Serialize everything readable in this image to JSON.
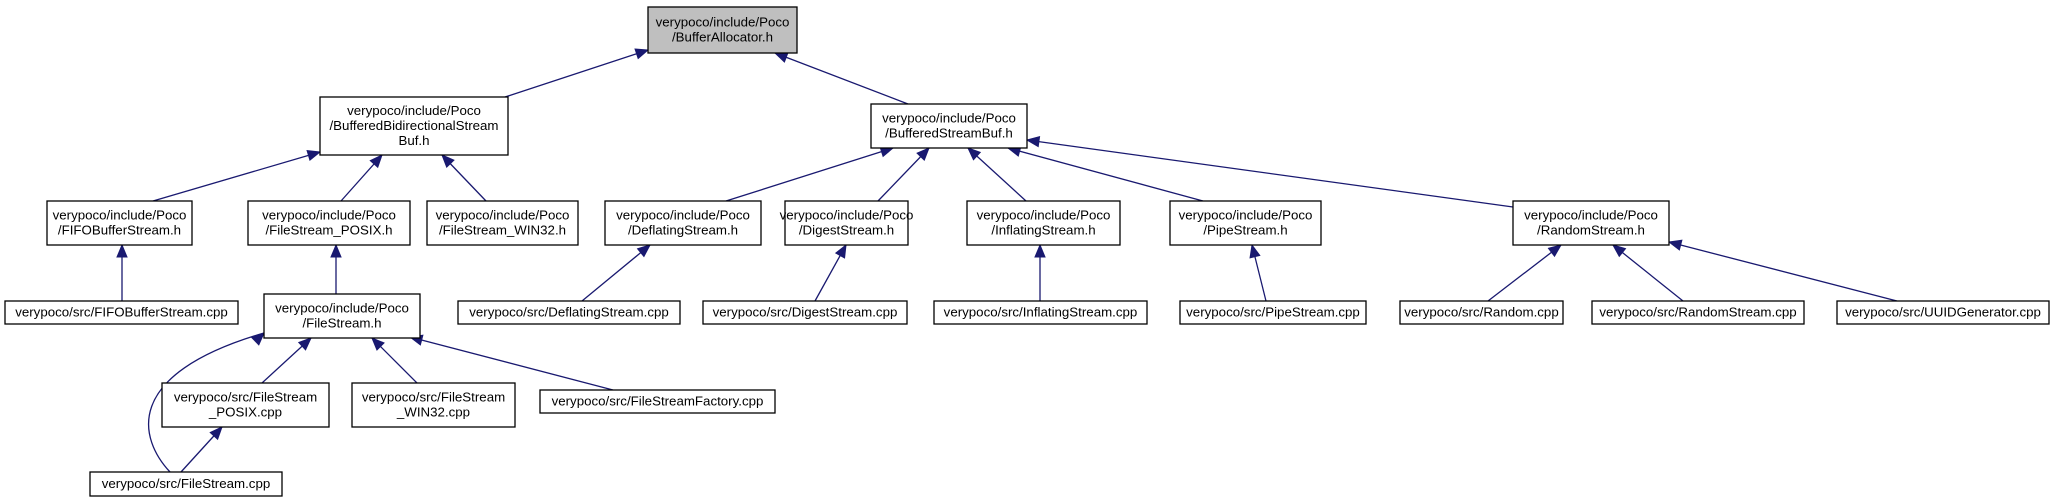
{
  "diagram": {
    "nodes": [
      {
        "id": "root",
        "lines": [
          "verypoco/include/Poco",
          "/BufferAllocator.h"
        ],
        "highlight": true
      },
      {
        "id": "bidi",
        "lines": [
          "verypoco/include/Poco",
          "/BufferedBidirectionalStream",
          "Buf.h"
        ]
      },
      {
        "id": "bsb",
        "lines": [
          "verypoco/include/Poco",
          "/BufferedStreamBuf.h"
        ]
      },
      {
        "id": "fifoh",
        "lines": [
          "verypoco/include/Poco",
          "/FIFOBufferStream.h"
        ]
      },
      {
        "id": "fsposixh",
        "lines": [
          "verypoco/include/Poco",
          "/FileStream_POSIX.h"
        ]
      },
      {
        "id": "fswin32h",
        "lines": [
          "verypoco/include/Poco",
          "/FileStream_WIN32.h"
        ]
      },
      {
        "id": "deflh",
        "lines": [
          "verypoco/include/Poco",
          "/DeflatingStream.h"
        ]
      },
      {
        "id": "digh",
        "lines": [
          "verypoco/include/Poco",
          "/DigestStream.h"
        ]
      },
      {
        "id": "inflh",
        "lines": [
          "verypoco/include/Poco",
          "/InflatingStream.h"
        ]
      },
      {
        "id": "pipeh",
        "lines": [
          "verypoco/include/Poco",
          "/PipeStream.h"
        ]
      },
      {
        "id": "randh",
        "lines": [
          "verypoco/include/Poco",
          "/RandomStream.h"
        ]
      },
      {
        "id": "fifocpp",
        "lines": [
          "verypoco/src/FIFOBufferStream.cpp"
        ]
      },
      {
        "id": "fsh",
        "lines": [
          "verypoco/include/Poco",
          "/FileStream.h"
        ]
      },
      {
        "id": "deflcpp",
        "lines": [
          "verypoco/src/DeflatingStream.cpp"
        ]
      },
      {
        "id": "digcpp",
        "lines": [
          "verypoco/src/DigestStream.cpp"
        ]
      },
      {
        "id": "inflcpp",
        "lines": [
          "verypoco/src/InflatingStream.cpp"
        ]
      },
      {
        "id": "pipecpp",
        "lines": [
          "verypoco/src/PipeStream.cpp"
        ]
      },
      {
        "id": "randcpp",
        "lines": [
          "verypoco/src/Random.cpp"
        ]
      },
      {
        "id": "randscpp",
        "lines": [
          "verypoco/src/RandomStream.cpp"
        ]
      },
      {
        "id": "uuidcpp",
        "lines": [
          "verypoco/src/UUIDGenerator.cpp"
        ]
      },
      {
        "id": "fsposixcpp",
        "lines": [
          "verypoco/src/FileStream",
          "_POSIX.cpp"
        ]
      },
      {
        "id": "fswin32cpp",
        "lines": [
          "verypoco/src/FileStream",
          "_WIN32.cpp"
        ]
      },
      {
        "id": "fsfactcpp",
        "lines": [
          "verypoco/src/FileStreamFactory.cpp"
        ]
      },
      {
        "id": "fscpp",
        "lines": [
          "verypoco/src/FileStream.cpp"
        ]
      }
    ],
    "edges": [
      {
        "from": "bidi",
        "to": "root"
      },
      {
        "from": "bsb",
        "to": "root"
      },
      {
        "from": "fifoh",
        "to": "bidi"
      },
      {
        "from": "fsposixh",
        "to": "bidi"
      },
      {
        "from": "fswin32h",
        "to": "bidi"
      },
      {
        "from": "fifocpp",
        "to": "fifoh"
      },
      {
        "from": "fsh",
        "to": "fsposixh"
      },
      {
        "from": "deflh",
        "to": "bsb"
      },
      {
        "from": "digh",
        "to": "bsb"
      },
      {
        "from": "inflh",
        "to": "bsb"
      },
      {
        "from": "pipeh",
        "to": "bsb"
      },
      {
        "from": "randh",
        "to": "bsb"
      },
      {
        "from": "deflcpp",
        "to": "deflh"
      },
      {
        "from": "digcpp",
        "to": "digh"
      },
      {
        "from": "inflcpp",
        "to": "inflh"
      },
      {
        "from": "pipecpp",
        "to": "pipeh"
      },
      {
        "from": "randcpp",
        "to": "randh"
      },
      {
        "from": "randscpp",
        "to": "randh"
      },
      {
        "from": "uuidcpp",
        "to": "randh"
      },
      {
        "from": "fsposixcpp",
        "to": "fsh"
      },
      {
        "from": "fswin32cpp",
        "to": "fsh"
      },
      {
        "from": "fsfactcpp",
        "to": "fsh"
      },
      {
        "from": "fscpp",
        "to": "fsh"
      },
      {
        "from": "fscpp",
        "to": "fsposixcpp"
      }
    ],
    "colors": {
      "edge": "#191970",
      "highlight_fill": "#bfbfbf",
      "node_fill": "#ffffff",
      "node_stroke": "#000000"
    }
  }
}
